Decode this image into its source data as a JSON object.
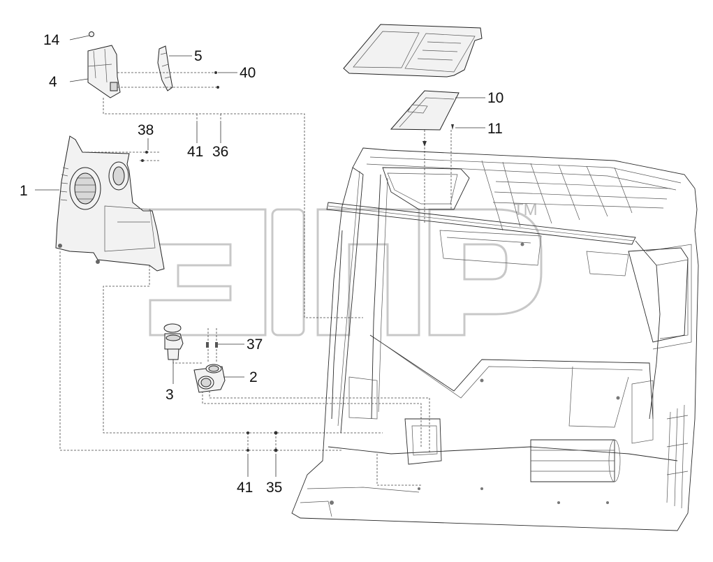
{
  "watermark": {
    "trademark": "TM"
  },
  "corner_mark": "",
  "callouts": [
    {
      "id": "c14",
      "label": "14"
    },
    {
      "id": "c5",
      "label": "5"
    },
    {
      "id": "c40",
      "label": "40"
    },
    {
      "id": "c4",
      "label": "4"
    },
    {
      "id": "c38",
      "label": "38"
    },
    {
      "id": "c41a",
      "label": "41"
    },
    {
      "id": "c36",
      "label": "36"
    },
    {
      "id": "c1",
      "label": "1"
    },
    {
      "id": "c10",
      "label": "10"
    },
    {
      "id": "c11",
      "label": "11"
    },
    {
      "id": "c37",
      "label": "37"
    },
    {
      "id": "c2",
      "label": "2"
    },
    {
      "id": "c3",
      "label": "3"
    },
    {
      "id": "c41b",
      "label": "41"
    },
    {
      "id": "c35",
      "label": "35"
    }
  ]
}
